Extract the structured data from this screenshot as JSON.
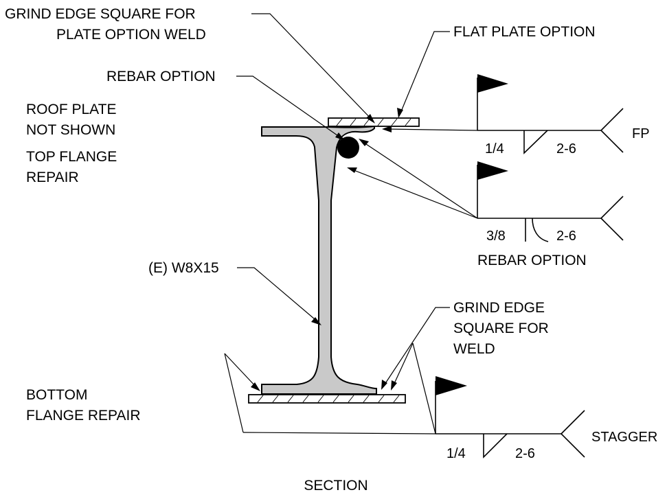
{
  "labels": {
    "grind_edge_top_line1": "GRIND EDGE SQUARE FOR",
    "grind_edge_top_line2": "PLATE OPTION WELD",
    "flat_plate_option": "FLAT PLATE OPTION",
    "rebar_option_top": "REBAR OPTION",
    "roof_plate_line1": "ROOF PLATE",
    "roof_plate_line2": "NOT SHOWN",
    "top_flange_line1": "TOP FLANGE",
    "top_flange_line2": "REPAIR",
    "beam_designation": "(E) W8X15",
    "grind_edge_bottom_line1": "GRIND EDGE",
    "grind_edge_bottom_line2": "SQUARE FOR",
    "grind_edge_bottom_line3": "WELD",
    "bottom_flange_line1": "BOTTOM",
    "bottom_flange_line2": "FLANGE REPAIR",
    "section_title": "SECTION"
  },
  "weld_symbols": {
    "fp": {
      "size": "1/4",
      "length_pitch": "2-6",
      "tail": "FP"
    },
    "rebar": {
      "size": "3/8",
      "length_pitch": "2-6",
      "caption": "REBAR OPTION"
    },
    "stagger": {
      "size": "1/4",
      "length_pitch": "2-6",
      "tail": "STAGGER"
    }
  }
}
